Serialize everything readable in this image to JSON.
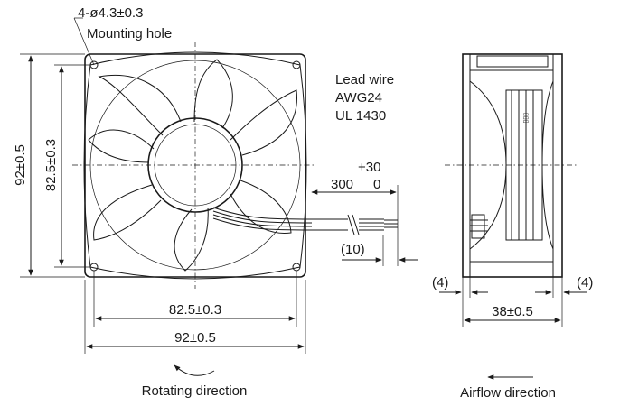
{
  "front_view": {
    "mounting_hole_spec": "4-ø4.3±0.3",
    "mounting_hole_label": "Mounting hole",
    "height_outer": "92±0.5",
    "height_inner": "82.5±0.3",
    "width_inner": "82.5±0.3",
    "width_outer": "92±0.5",
    "rotating_direction_label": "Rotating direction"
  },
  "lead_wire": {
    "line1": "Lead wire",
    "line2": "AWG24",
    "line3": "UL 1430",
    "tolerance_plus": "+30",
    "length": "300",
    "tolerance_minus": "0",
    "strip_length": "(10)"
  },
  "side_view": {
    "left_offset": "(4)",
    "right_offset": "(4)",
    "depth": "38±0.5",
    "airflow_direction_label": "Airflow direction"
  }
}
